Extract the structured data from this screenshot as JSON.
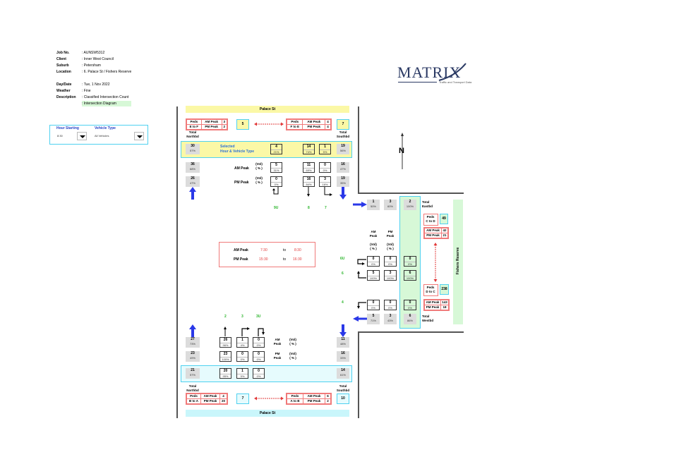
{
  "info": {
    "rows1": [
      {
        "label": "Job No.",
        "value": ": AUNSW5312"
      },
      {
        "label": "Client",
        "value": ": Inner West Council"
      },
      {
        "label": "Suburb",
        "value": ": Petersham"
      },
      {
        "label": "Location",
        "value": ": 6. Palace St / Fishers Reserve"
      }
    ],
    "rows2": [
      {
        "label": "Day/Date",
        "value": ": Tue, 1 Nov 2022"
      },
      {
        "label": "Weather",
        "value": ": Fine"
      },
      {
        "label": "Description",
        "value": ": Classified Intersection Count"
      }
    ],
    "diagram_label": ": Intersection Diagram"
  },
  "filter": {
    "hour_label": "Hour Starting",
    "hour_value": "8:30",
    "vehicle_label": "Vehicle Type",
    "vehicle_value": "All Vehicles"
  },
  "logo": {
    "word": "MATRIX",
    "tagline": "Traffic and Transport Data"
  },
  "compass": {
    "label": "N"
  },
  "streets": {
    "north": "Palace St",
    "south": "Palace St",
    "east": "Fishers Reserve"
  },
  "north": {
    "peds_left": {
      "title1": "Peds",
      "title2": "E to F",
      "am_label": "AM Peak",
      "am": "3",
      "pm_label": "PM Peak",
      "pm": "2",
      "total": "5"
    },
    "peds_right": {
      "title1": "Peds",
      "title2": "F to E",
      "am_label": "AM Peak",
      "am": "4",
      "pm_label": "PM Peak",
      "pm": "4",
      "total": "7"
    },
    "total_nb_label": [
      "Total",
      "Northbd"
    ],
    "total_sb_label": [
      "Total",
      "Southbd"
    ],
    "selected_label": [
      "Selected",
      "Hour & Vehicle Type"
    ],
    "selected": {
      "nb": {
        "v": "30",
        "p": "57%"
      },
      "u": {
        "v": "4",
        "p": "21%"
      },
      "thru": {
        "v": "14",
        "p": "74%"
      },
      "left": {
        "v": "1",
        "p": "5%"
      },
      "sb": {
        "v": "19",
        "p": "56%"
      }
    },
    "am": {
      "label": "AM Peak",
      "vol": "(Vol)",
      "pct": "( % )",
      "nb": {
        "v": "36",
        "p": "68%"
      },
      "u": {
        "v": "5",
        "p": "31%"
      },
      "thru": {
        "v": "11",
        "p": "69%"
      },
      "left": {
        "v": "0",
        "p": "0%"
      },
      "sb": {
        "v": "16",
        "p": "47%"
      }
    },
    "pm": {
      "label": "PM Peak",
      "vol": "(Vol)",
      "pct": "( % )",
      "nb": {
        "v": "26",
        "p": "47%"
      },
      "u": {
        "v": "0",
        "p": "0%"
      },
      "thru": {
        "v": "16",
        "p": "84%"
      },
      "left": {
        "v": "3",
        "p": "16%"
      },
      "sb": {
        "v": "19",
        "p": "35%"
      }
    },
    "movement_ids": [
      "9U",
      "8",
      "7"
    ]
  },
  "peak_times": {
    "am_label": "AM Peak",
    "am_from": "7:30",
    "to1": "to",
    "am_to": "8:30",
    "pm_label": "PM Peak",
    "pm_from": "15:30",
    "to2": "to",
    "pm_to": "16:30"
  },
  "east": {
    "eastbd": {
      "am": {
        "v": "1",
        "p": "50%"
      },
      "pm": {
        "v": "3",
        "p": "60%"
      },
      "sel": {
        "v": "2",
        "p": "100%"
      },
      "label": [
        "Total",
        "Eastbd"
      ]
    },
    "headers": {
      "am": [
        "AM",
        "Peak"
      ],
      "pm": [
        "PM",
        "Peak"
      ],
      "vol": "(Vol)",
      "pct": "( % )"
    },
    "movement_ids": [
      "6U",
      "6",
      "4"
    ],
    "u": {
      "am": {
        "v": "0",
        "p": "0%"
      },
      "pm": {
        "v": "0",
        "p": "0%"
      },
      "sel": {
        "v": "0",
        "p": "0%"
      }
    },
    "right": {
      "am": {
        "v": "5",
        "p": "100%"
      },
      "pm": {
        "v": "3",
        "p": "100%"
      },
      "sel": {
        "v": "6",
        "p": "100%"
      }
    },
    "left": {
      "am": {
        "v": "0",
        "p": "0%"
      },
      "pm": {
        "v": "0",
        "p": "0%"
      },
      "sel": {
        "v": "0",
        "p": "0%"
      }
    },
    "westbd": {
      "am": {
        "v": "5",
        "p": "71%"
      },
      "pm": {
        "v": "3",
        "p": "43%"
      },
      "sel": {
        "v": "6",
        "p": "86%"
      },
      "label": [
        "Total",
        "Westbd"
      ]
    },
    "peds_cd": {
      "title1": "Peds",
      "title2": "C to D",
      "total": "49",
      "am_label": "AM Peak",
      "am": "42",
      "pm_label": "PM Peak",
      "pm": "21"
    },
    "peds_dc": {
      "title1": "Peds",
      "title2": "D to C",
      "total": "238",
      "am_label": "AM Peak",
      "am": "143",
      "pm_label": "PM Peak",
      "pm": "18"
    }
  },
  "south": {
    "movement_ids": [
      "2",
      "3",
      "3U"
    ],
    "am": {
      "label": [
        "AM",
        "Peak"
      ],
      "vol": "(Vol)",
      "pct": "( % )",
      "nb": {
        "v": "27",
        "p": "73%"
      },
      "thru": {
        "v": "26",
        "p": "96%"
      },
      "right": {
        "v": "1",
        "p": "4%"
      },
      "u": {
        "v": "0",
        "p": "0%"
      },
      "sb": {
        "v": "11",
        "p": "48%"
      }
    },
    "pm": {
      "label": [
        "PM",
        "Peak"
      ],
      "vol": "(Vol)",
      "pct": "( % )",
      "nb": {
        "v": "23",
        "p": "49%"
      },
      "thru": {
        "v": "23",
        "p": "100%"
      },
      "right": {
        "v": "0",
        "p": "0%"
      },
      "u": {
        "v": "0",
        "p": "0%"
      },
      "sb": {
        "v": "16",
        "p": "33%"
      }
    },
    "selected": {
      "nb": {
        "v": "21",
        "p": "57%"
      },
      "thru": {
        "v": "20",
        "p": "95%"
      },
      "right": {
        "v": "1",
        "p": "5%"
      },
      "u": {
        "v": "0",
        "p": "0%"
      },
      "sb": {
        "v": "14",
        "p": "61%"
      }
    },
    "total_nb_label": [
      "Total",
      "Northbd"
    ],
    "total_sb_label": [
      "Total",
      "Southbd"
    ],
    "peds_left": {
      "title1": "Peds",
      "title2": "B to A",
      "am_label": "AM Peak",
      "am": "4",
      "pm_label": "PM Peak",
      "pm": "20",
      "total": "7"
    },
    "peds_right": {
      "title1": "Peds",
      "title2": "A to B",
      "am_label": "AM Peak",
      "am": "6",
      "pm_label": "PM Peak",
      "pm": "2",
      "total": "10"
    }
  }
}
